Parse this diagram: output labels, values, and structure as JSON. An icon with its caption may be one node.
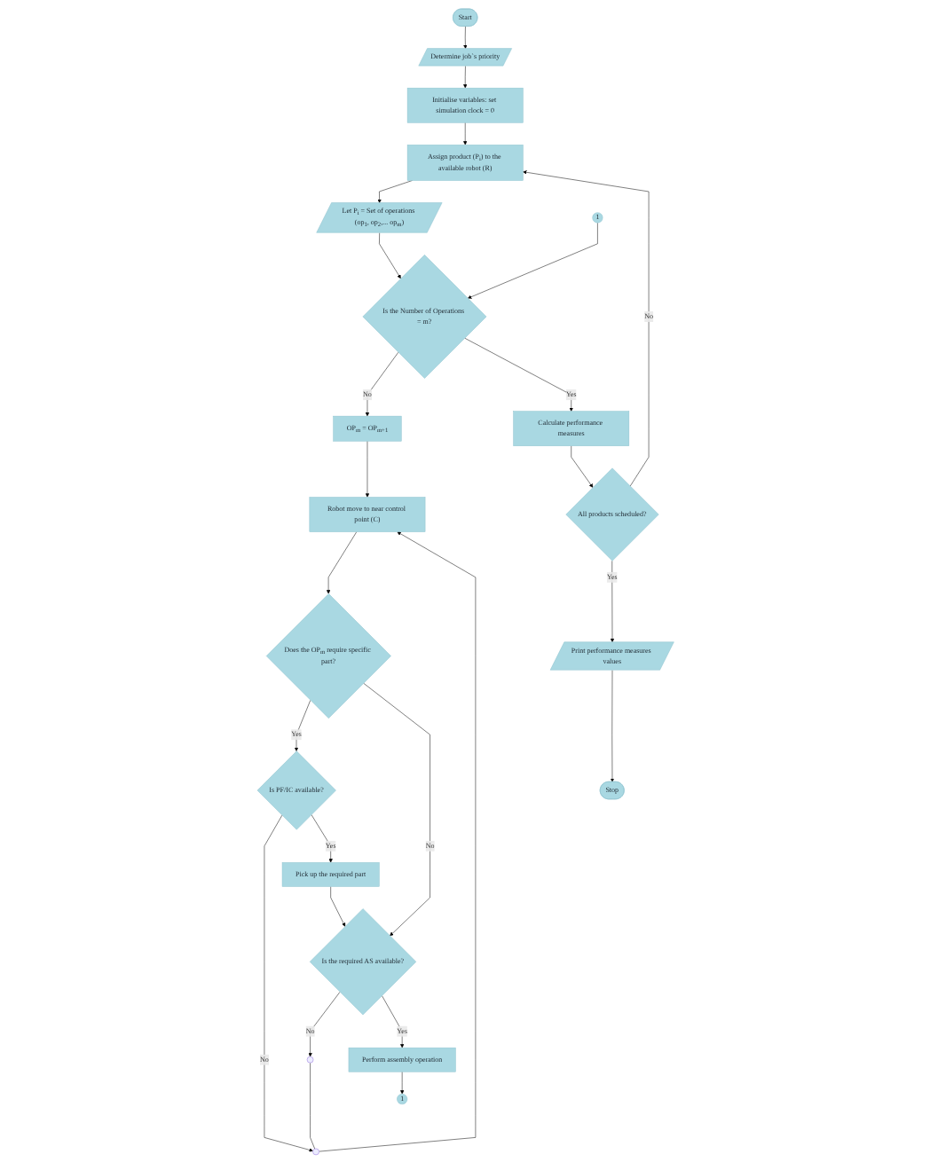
{
  "diagram": {
    "nodes": [
      {
        "text": [
          "Start"
        ]
      },
      {
        "text": [
          "Determine job`s priority"
        ]
      },
      {
        "text": [
          "Initialise variables: set simulation clock = 0"
        ]
      },
      {
        "text": [
          "Assign product (P$_{i}$) to the available robot (R)"
        ]
      },
      {
        "text": [
          "Let P$_{i}$ = Set of operations (op$_{1}$, op$_{2}$,... op$_{m}$)"
        ]
      },
      {
        "text": [
          "Is the Number of Operations = m?"
        ]
      },
      {
        "text": [
          "1"
        ]
      },
      {
        "text": [
          "Calculate performance measures"
        ]
      },
      {
        "text": [
          "All products scheduled?"
        ]
      },
      {
        "text": [
          "Print performance measures values"
        ]
      },
      {
        "text": [
          "Stop"
        ]
      },
      {
        "text": [
          "OP$_{m}$ = OP$_{m+1}$"
        ]
      },
      {
        "text": [
          "Robot move to near control point (C)"
        ]
      },
      {
        "text": [
          "Does the OP$_{m}$ require specific part?"
        ]
      },
      {
        "text": [
          "Is PF/IC available?"
        ]
      },
      {
        "text": [
          "Pick up the required part"
        ]
      },
      {
        "text": [
          "Is the required AS available?"
        ]
      },
      {
        "text": [
          "Perform assembly operation"
        ]
      },
      {
        "text": [
          "1"
        ]
      },
      {
        "text": [],
        "shape": "circle"
      },
      {
        "text": [],
        "shape": "circle"
      }
    ],
    "edges": [
      {
        "from": 0,
        "to": 1,
        "arrow": "to"
      },
      {
        "from": 1,
        "to": 2,
        "arrow": "to"
      },
      {
        "from": 2,
        "to": 3,
        "arrow": "to"
      },
      {
        "from": 3,
        "to": 4,
        "arrow": "to"
      },
      {
        "from": 4,
        "to": 5,
        "arrow": "to"
      },
      {
        "from": 6,
        "to": 5,
        "arrow": "to"
      },
      {
        "from": 5,
        "to": 11,
        "arrow": "to",
        "label": "No"
      },
      {
        "from": 5,
        "to": 7,
        "arrow": "to",
        "label": "Yes"
      },
      {
        "from": 7,
        "to": 8,
        "arrow": "to"
      },
      {
        "from": 8,
        "to": 3,
        "arrow": "to",
        "label": "No"
      },
      {
        "from": 8,
        "to": 9,
        "arrow": "to",
        "label": "Yes"
      },
      {
        "from": 9,
        "to": 10,
        "arrow": "to"
      },
      {
        "from": 11,
        "to": 12,
        "arrow": "to"
      },
      {
        "from": 12,
        "to": 13,
        "arrow": "to"
      },
      {
        "from": 13,
        "to": 14,
        "arrow": "to",
        "label": "Yes"
      },
      {
        "from": 13,
        "to": 16,
        "arrow": "to",
        "label": "No"
      },
      {
        "from": 14,
        "to": 19,
        "arrow": "to",
        "label": "No"
      },
      {
        "from": 14,
        "to": 15,
        "arrow": "to",
        "label": "Yes"
      },
      {
        "from": 15,
        "to": 16,
        "arrow": "to"
      },
      {
        "from": 16,
        "to": 20,
        "arrow": "to",
        "label": "No"
      },
      {
        "from": 16,
        "to": 17,
        "arrow": "to",
        "label": "Yes"
      },
      {
        "from": 17,
        "to": 18,
        "arrow": "to"
      },
      {
        "from": 20,
        "to": 19,
        "arrow": "none"
      },
      {
        "from": 19,
        "to": 12,
        "arrow": "to"
      }
    ]
  }
}
